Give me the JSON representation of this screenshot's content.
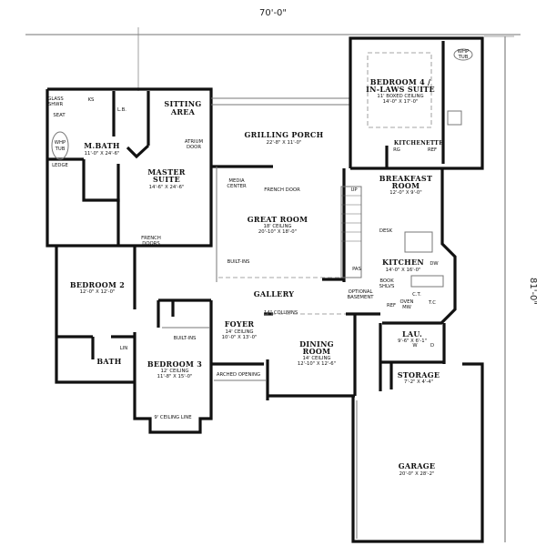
{
  "dimensions": {
    "width": "70'-0\"",
    "depth": "81'-0\""
  },
  "rooms": [
    {
      "id": "sitting",
      "name": [
        "SITTING",
        "AREA"
      ],
      "notes": []
    },
    {
      "id": "mbath",
      "name": [
        "M.BATH"
      ],
      "notes": [
        "11'-0\" X 24'-6\""
      ]
    },
    {
      "id": "master",
      "name": [
        "MASTER",
        "SUITE"
      ],
      "notes": [
        "14'-6\" X 24'-6\""
      ]
    },
    {
      "id": "porch",
      "name": [
        "GRILLING PORCH"
      ],
      "notes": [
        "22'-8\" X 11'-0\""
      ]
    },
    {
      "id": "bed4",
      "name": [
        "BEDROOM 4 /",
        "IN-LAWS SUITE"
      ],
      "notes": [
        "11' BOXED CEILING",
        "14'-0\" X 17'-0\""
      ]
    },
    {
      "id": "kitchenette",
      "name": [
        "KITCHENETTE"
      ],
      "notes": []
    },
    {
      "id": "breakfast",
      "name": [
        "BREAKFAST",
        "ROOM"
      ],
      "notes": [
        "12'-0\" X 9'-0\""
      ]
    },
    {
      "id": "great",
      "name": [
        "GREAT ROOM"
      ],
      "notes": [
        "18' CEILING",
        "20'-10\" X 18'-0\""
      ]
    },
    {
      "id": "kitchen",
      "name": [
        "KITCHEN"
      ],
      "notes": [
        "14'-0\" X 16'-0\""
      ]
    },
    {
      "id": "bed2",
      "name": [
        "BEDROOM 2"
      ],
      "notes": [
        "12'-0\" X 12'-0\""
      ]
    },
    {
      "id": "gallery",
      "name": [
        "GALLERY"
      ],
      "notes": []
    },
    {
      "id": "foyer",
      "name": [
        "FOYER"
      ],
      "notes": [
        "14' CEILING",
        "10'-0\" X 13'-0\""
      ]
    },
    {
      "id": "dining",
      "name": [
        "DINING",
        "ROOM"
      ],
      "notes": [
        "14' CEILING",
        "12'-10\" X 12'-6\""
      ]
    },
    {
      "id": "bath",
      "name": [
        "BATH"
      ],
      "notes": []
    },
    {
      "id": "bed3",
      "name": [
        "BEDROOM 3"
      ],
      "notes": [
        "12' CEILING",
        "11'-8\" X 15'-0\""
      ]
    },
    {
      "id": "lau",
      "name": [
        "LAU."
      ],
      "notes": [
        "9'-6\" X 6'-1\""
      ]
    },
    {
      "id": "storage",
      "name": [
        "STORAGE"
      ],
      "notes": [
        "7'-2\" X 4'-4\""
      ]
    },
    {
      "id": "garage",
      "name": [
        "GARAGE"
      ],
      "notes": [
        "20'-0\" X 28'-2\""
      ]
    }
  ],
  "labels": {
    "glass_shwr": [
      "GLASS",
      "SHWR"
    ],
    "ks": "KS",
    "lb": "L.B.",
    "seat": "SEAT",
    "whp_tub": [
      "WHP",
      "TUB"
    ],
    "ledge": "LEDGE",
    "atrium_door": [
      "ATRIUM",
      "DOOR"
    ],
    "media_center": [
      "MEDIA",
      "CENTER"
    ],
    "french_door": "FRENCH DOOR",
    "french_doors": [
      "FRENCH",
      "DOORS"
    ],
    "built_ins": "BUILT-INS",
    "built_ins_2": "BUILT-INS",
    "up": "UP",
    "desk": "DESK",
    "pas": "PAS",
    "dw": "DW",
    "book_shlvs": [
      "BOOK",
      "SHLVS"
    ],
    "ct": "C.T.",
    "oven_mw": [
      "OVEN",
      "MW"
    ],
    "ref": "REF",
    "tc": "T.C",
    "optional_basement": [
      "OPTIONAL",
      "BASEMENT"
    ],
    "columns": "14\" COLUMNS",
    "lin": "LIN",
    "arched_opening": "ARCHED OPENING",
    "ceiling_line": "9' CEILING LINE",
    "w": "W",
    "d": "D",
    "rg": "RG",
    "ref2": "REF",
    "whp_tub2": [
      "WHP",
      "TUB"
    ]
  }
}
